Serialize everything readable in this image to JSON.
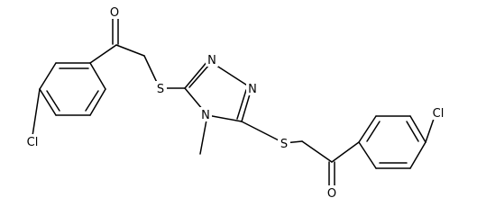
{
  "molecule": {
    "atoms": {
      "o1": "O",
      "cl1": "Cl",
      "s1": "S",
      "n1": "N",
      "n2": "N",
      "n4": "N",
      "s2": "S",
      "o2": "O",
      "cl2": "Cl"
    }
  },
  "colors": {
    "bond": "#000000",
    "background": "#ffffff"
  }
}
